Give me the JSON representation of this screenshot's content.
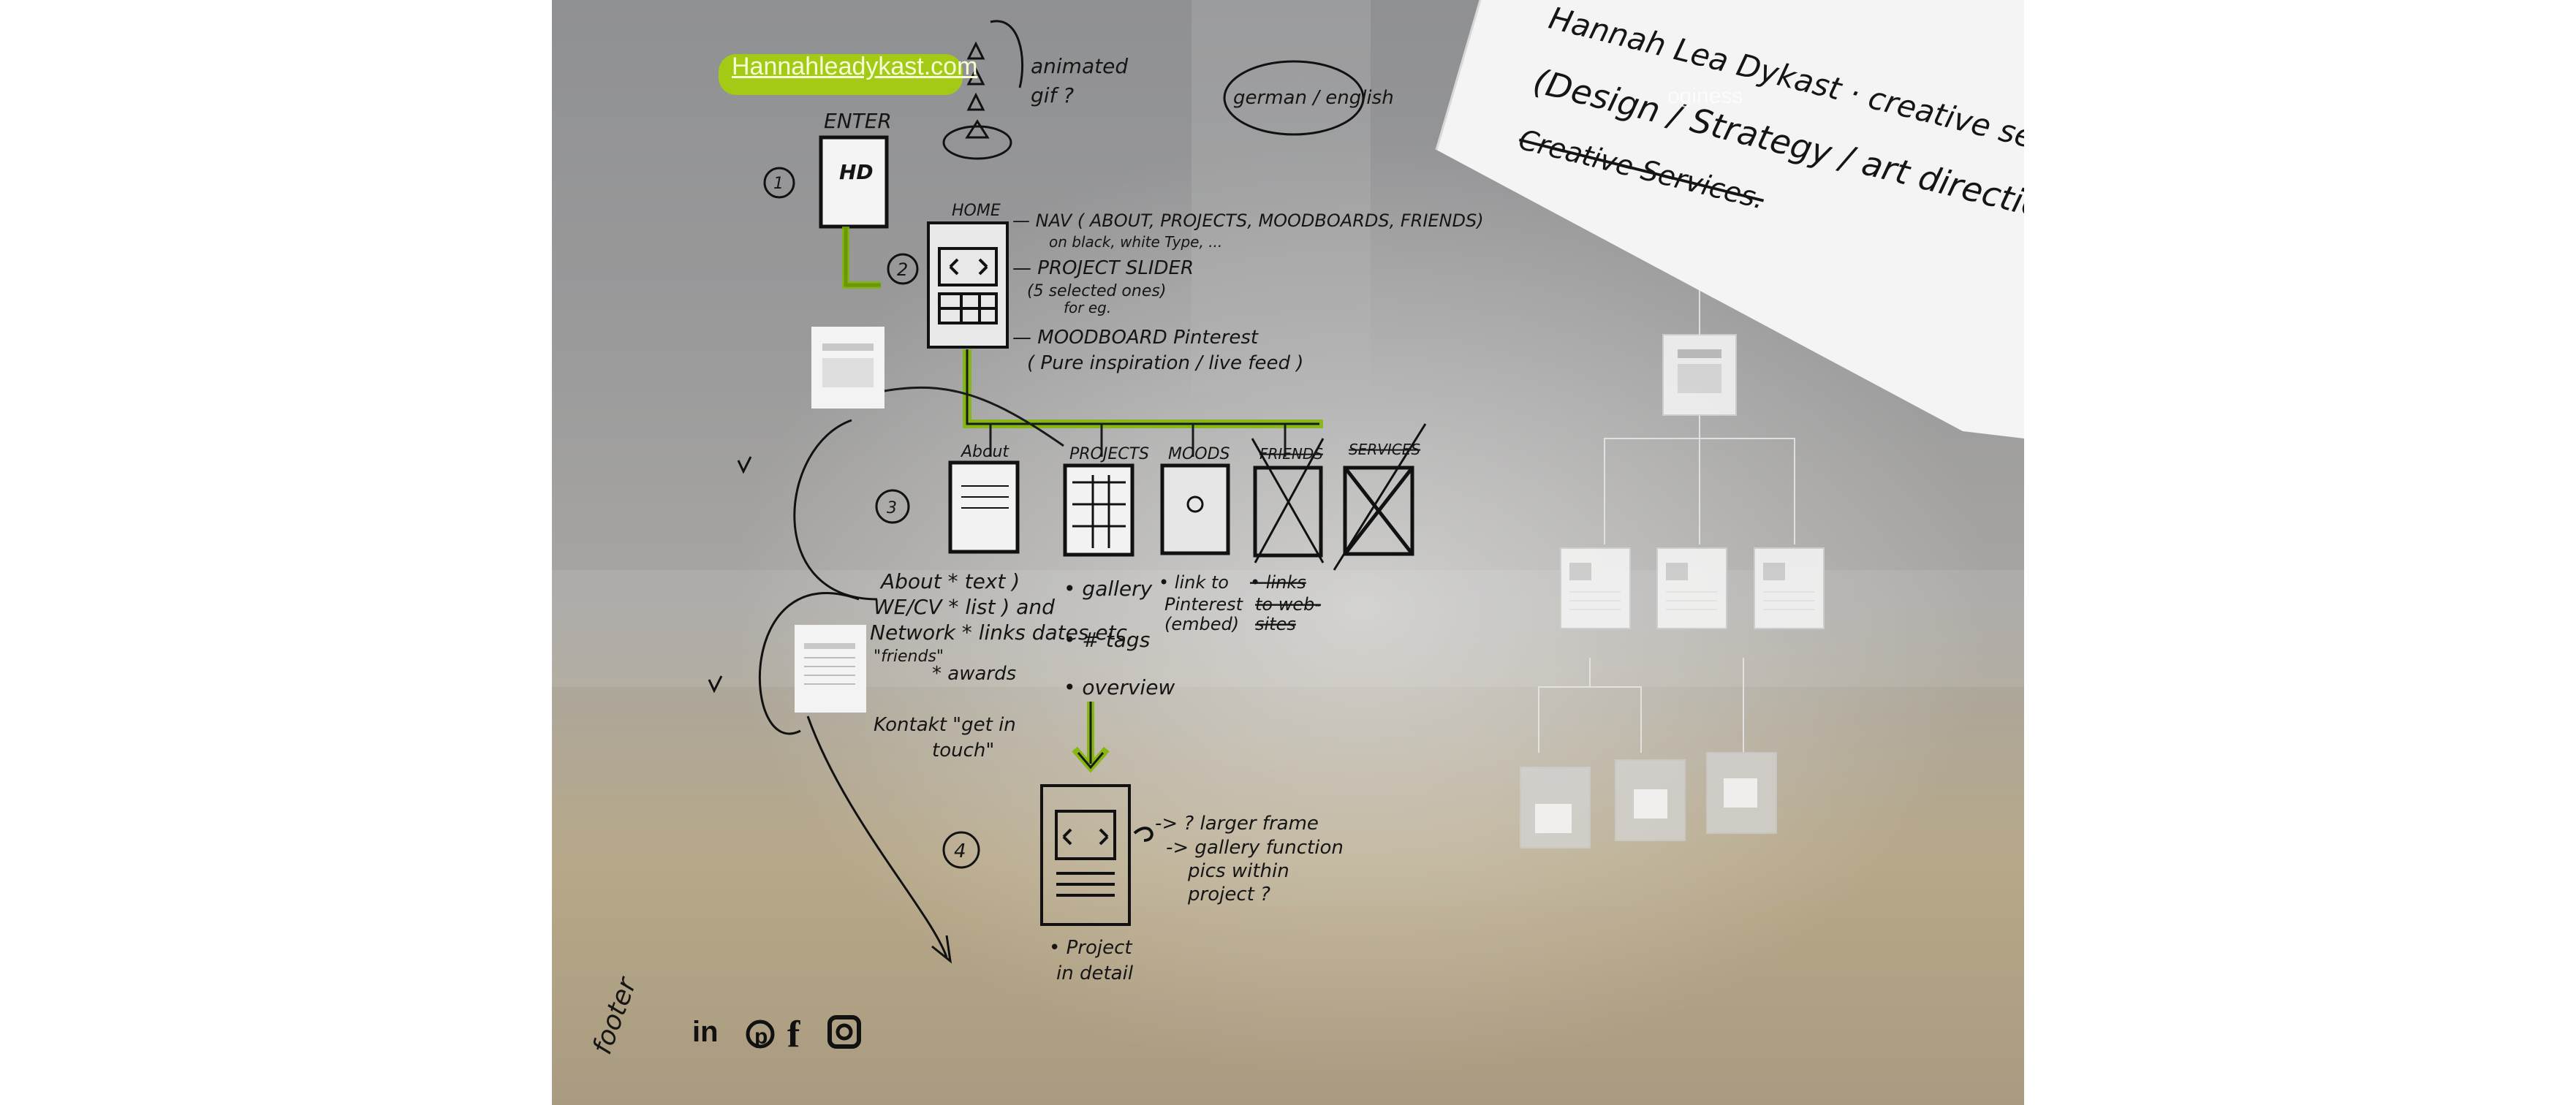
{
  "sketch": {
    "site_url": "Hannahleadykast.com",
    "overlay_word": "oginess",
    "enter_label": "ENTER",
    "logo_mark": "HD",
    "animated_note": [
      "animated",
      "gif ?"
    ],
    "language_note": "german / english",
    "banner": {
      "line1": "Hannah Lea Dykast · creative services",
      "line2": "(Design / Strategy / art direction )",
      "line3": "Creative Services."
    },
    "steps": [
      "1",
      "2",
      "3",
      "4"
    ],
    "home": {
      "label": "HOME",
      "notes": [
        "— NAV ( ABOUT, PROJECTS, MOODBOARDS, FRIENDS)",
        "on black, white Type, ...",
        "— PROJECT SLIDER",
        "(5 selected ones)",
        "for eg.",
        "— MOODBOARD Pinterest",
        "( Pure inspiration / live feed )"
      ]
    },
    "sections": [
      {
        "label": "About"
      },
      {
        "label": "PROJECTS"
      },
      {
        "label": "MOODS"
      },
      {
        "label": "FRIENDS"
      },
      {
        "label": "SERVICES"
      }
    ],
    "about_notes": [
      "About * text )",
      "WE/CV * list ) and",
      "Network * links dates etc.",
      "\"friends\"",
      "* awards",
      "Kontakt \"get in",
      "touch\""
    ],
    "projects_notes": [
      "• gallery",
      "• # tags",
      "• overview"
    ],
    "moods_notes": [
      "• link to",
      "Pinterest",
      "(embed)"
    ],
    "friends_notes": [
      "• links",
      "to web-",
      "sites"
    ],
    "detail_notes": [
      "-> ? larger frame",
      "-> gallery function",
      "pics within",
      "project ?"
    ],
    "detail_label": [
      "• Project",
      "in detail"
    ],
    "footer_signature": "footer",
    "social": [
      "in",
      "p",
      "f",
      "ig"
    ]
  }
}
